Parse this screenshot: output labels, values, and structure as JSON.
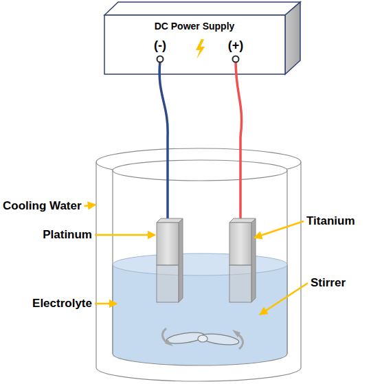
{
  "diagram": {
    "nodes": [
      {
        "text": [
          "DC Power Supply",
          "(-)",
          "(+)"
        ]
      }
    ],
    "labels": [
      "Cooling Water",
      "Platinum",
      "Titanium",
      "Electrolyte",
      "Stirrer"
    ]
  }
}
